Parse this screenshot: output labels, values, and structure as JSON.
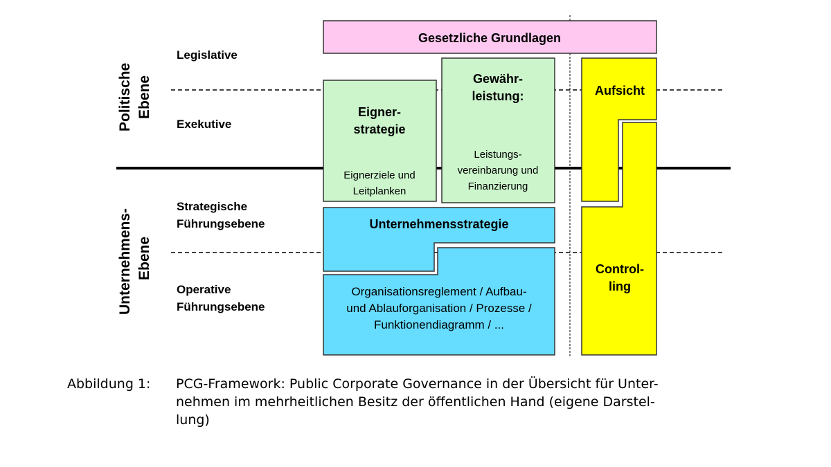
{
  "sides": {
    "politisch": [
      "Politische",
      "Ebene"
    ],
    "unternehmen": [
      "Unternehmens-",
      "Ebene"
    ]
  },
  "levels": {
    "legislative": "Legislative",
    "exekutive": "Exekutive",
    "strategisch": [
      "Strategische",
      "Führungsebene"
    ],
    "operativ": [
      "Operative",
      "Führungsebene"
    ]
  },
  "boxes": {
    "gesetz": "Gesetzliche Grundlagen",
    "eigner_title": [
      "Eigner-",
      "strategie"
    ],
    "eigner_sub": [
      "Eignerziele und",
      "Leitplanken"
    ],
    "gewaehr_title": [
      "Gewähr-",
      "leistung:"
    ],
    "gewaehr_sub": [
      "Leistungs-",
      "vereinbarung und",
      "Finanzierung"
    ],
    "aufsicht": "Aufsicht",
    "controlling": [
      "Control-",
      "ling"
    ],
    "ustrategie": "Unternehmensstrategie",
    "organisation": [
      "Organisationsreglement / Aufbau-",
      "und Ablauforganisation / Prozesse /",
      "Funktionendiagramm / ..."
    ]
  },
  "caption": {
    "label": "Abbildung 1:",
    "lines": [
      "PCG-Framework: Public Corporate Governance in der Übersicht für Unter-",
      "nehmen im mehrheitlichen Besitz der öffentlichen Hand (eigene Darstel-",
      "lung)"
    ]
  },
  "colors": {
    "pink": "#ffc8f0",
    "green": "#ccf5cc",
    "blue": "#66dcff",
    "yellow": "#ffff00"
  }
}
